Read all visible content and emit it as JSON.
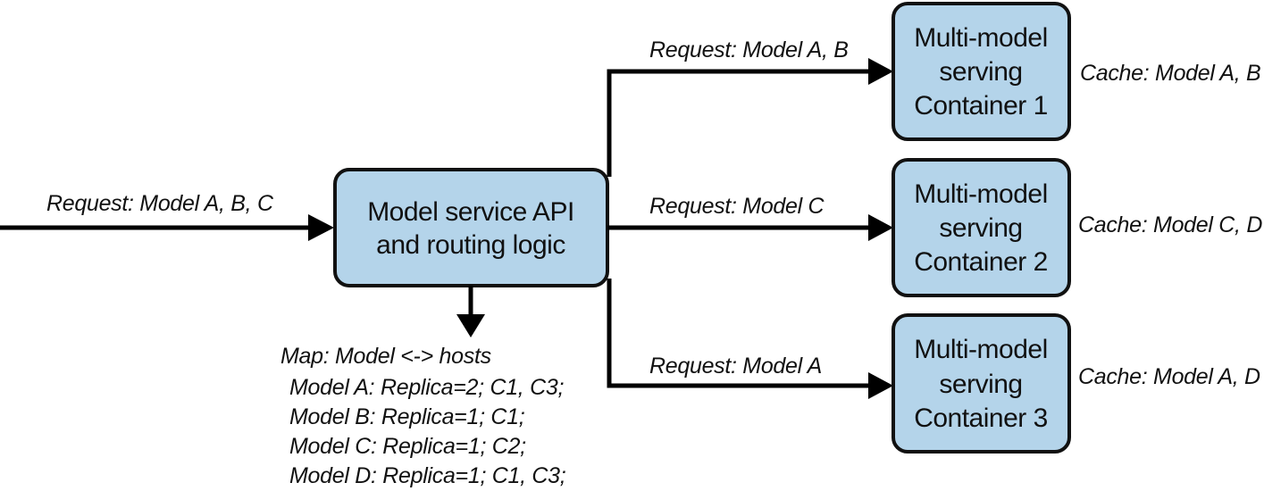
{
  "diagram": {
    "incoming_request": "Request: Model A, B, C",
    "router": {
      "line1": "Model service API",
      "line2": "and routing logic"
    },
    "mapping": {
      "title": "Map: Model <-> hosts",
      "rows": [
        "Model A: Replica=2; C1, C3;",
        "Model B: Replica=1; C1;",
        "Model C: Replica=1; C2;",
        "Model D: Replica=1; C1, C3;"
      ]
    },
    "routes": [
      "Request: Model A, B",
      "Request: Model C",
      "Request: Model A"
    ],
    "containers": [
      {
        "line1": "Multi-model",
        "line2": "serving",
        "line3": "Container 1",
        "cache": "Cache: Model A, B"
      },
      {
        "line1": "Multi-model",
        "line2": "serving",
        "line3": "Container 2",
        "cache": "Cache: Model C, D"
      },
      {
        "line1": "Multi-model",
        "line2": "serving",
        "line3": "Container 3",
        "cache": "Cache: Model A, D"
      }
    ],
    "colors": {
      "box_fill": "#b4d4ea",
      "stroke": "#111111"
    }
  }
}
